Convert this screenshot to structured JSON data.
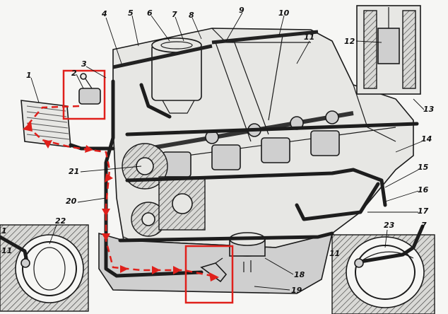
{
  "callouts": {
    "c1": "1",
    "c2": "2",
    "c3": "3",
    "c4": "4",
    "c5": "5",
    "c6": "6",
    "c7": "7",
    "c8": "8",
    "c9": "9",
    "c10": "10",
    "c11": "11",
    "c12": "12",
    "c13": "13",
    "c14": "14",
    "c15": "15",
    "c16": "16",
    "c17": "17",
    "c18": "18",
    "c19": "19",
    "c20": "20",
    "c21": "21",
    "c22": "22",
    "c23": "23",
    "c7b": "7",
    "c11b": "11",
    "c1b": "1",
    "c11c": "11"
  },
  "colors": {
    "highlight": "#e0201b",
    "ink": "#1a1a1a",
    "paper": "#f6f6f4"
  }
}
